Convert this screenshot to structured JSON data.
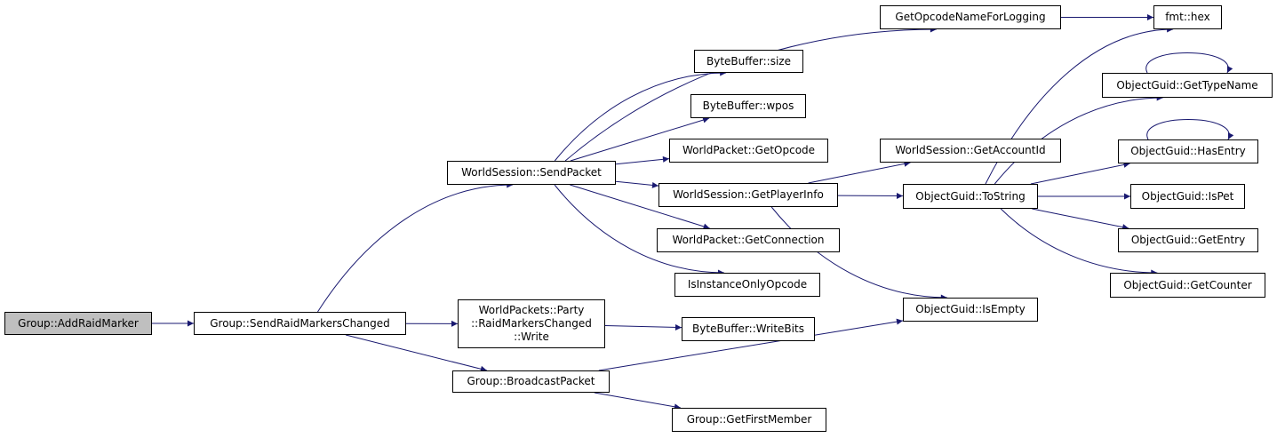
{
  "colors": {
    "edge": "#191970",
    "root_fill": "#bfbfbf",
    "node_fill": "#ffffff",
    "node_border": "#000000"
  },
  "nodes": [
    {
      "id": "add_raid_marker",
      "label": "Group::AddRaidMarker",
      "root": true
    },
    {
      "id": "send_raid_markers_changed",
      "label": "Group::SendRaidMarkersChanged"
    },
    {
      "id": "send_packet",
      "label": "WorldSession::SendPacket"
    },
    {
      "id": "raid_markers_write",
      "label": "WorldPackets::Party\n::RaidMarkersChanged\n::Write"
    },
    {
      "id": "broadcast_packet",
      "label": "Group::BroadcastPacket"
    },
    {
      "id": "get_opcode_name",
      "label": "GetOpcodeNameForLogging"
    },
    {
      "id": "bb_size",
      "label": "ByteBuffer::size"
    },
    {
      "id": "bb_wpos",
      "label": "ByteBuffer::wpos"
    },
    {
      "id": "wp_get_opcode",
      "label": "WorldPacket::GetOpcode"
    },
    {
      "id": "ws_get_player_info",
      "label": "WorldSession::GetPlayerInfo"
    },
    {
      "id": "wp_get_connection",
      "label": "WorldPacket::GetConnection"
    },
    {
      "id": "is_instance_only",
      "label": "IsInstanceOnlyOpcode"
    },
    {
      "id": "bb_write_bits",
      "label": "ByteBuffer::WriteBits"
    },
    {
      "id": "get_first_member",
      "label": "Group::GetFirstMember"
    },
    {
      "id": "ws_get_account_id",
      "label": "WorldSession::GetAccountId"
    },
    {
      "id": "og_to_string",
      "label": "ObjectGuid::ToString"
    },
    {
      "id": "og_is_empty",
      "label": "ObjectGuid::IsEmpty"
    },
    {
      "id": "fmt_hex",
      "label": "fmt::hex"
    },
    {
      "id": "og_get_type_name",
      "label": "ObjectGuid::GetTypeName"
    },
    {
      "id": "og_has_entry",
      "label": "ObjectGuid::HasEntry"
    },
    {
      "id": "og_is_pet",
      "label": "ObjectGuid::IsPet"
    },
    {
      "id": "og_get_entry",
      "label": "ObjectGuid::GetEntry"
    },
    {
      "id": "og_get_counter",
      "label": "ObjectGuid::GetCounter"
    }
  ],
  "edges": [
    [
      "add_raid_marker",
      "send_raid_markers_changed"
    ],
    [
      "send_raid_markers_changed",
      "send_packet"
    ],
    [
      "send_raid_markers_changed",
      "raid_markers_write"
    ],
    [
      "send_raid_markers_changed",
      "broadcast_packet"
    ],
    [
      "send_packet",
      "get_opcode_name"
    ],
    [
      "send_packet",
      "bb_size"
    ],
    [
      "send_packet",
      "bb_wpos"
    ],
    [
      "send_packet",
      "wp_get_opcode"
    ],
    [
      "send_packet",
      "ws_get_player_info"
    ],
    [
      "send_packet",
      "wp_get_connection"
    ],
    [
      "send_packet",
      "is_instance_only"
    ],
    [
      "raid_markers_write",
      "bb_write_bits"
    ],
    [
      "broadcast_packet",
      "og_is_empty"
    ],
    [
      "broadcast_packet",
      "get_first_member"
    ],
    [
      "get_opcode_name",
      "fmt_hex"
    ],
    [
      "ws_get_player_info",
      "ws_get_account_id"
    ],
    [
      "ws_get_player_info",
      "og_to_string"
    ],
    [
      "ws_get_player_info",
      "og_is_empty"
    ],
    [
      "og_to_string",
      "fmt_hex"
    ],
    [
      "og_to_string",
      "og_get_type_name"
    ],
    [
      "og_to_string",
      "og_has_entry"
    ],
    [
      "og_to_string",
      "og_is_pet"
    ],
    [
      "og_to_string",
      "og_get_entry"
    ],
    [
      "og_to_string",
      "og_get_counter"
    ],
    [
      "og_get_type_name",
      "og_get_type_name"
    ],
    [
      "og_has_entry",
      "og_has_entry"
    ]
  ]
}
